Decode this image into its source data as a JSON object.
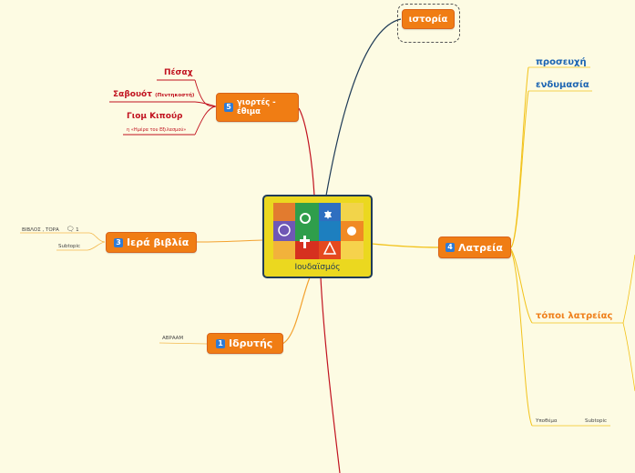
{
  "central": {
    "label": "Ιουδαϊσμός"
  },
  "history": {
    "label": "ιστορία"
  },
  "festivals": {
    "badge": "5",
    "label_line1": "γιορτές -",
    "label_line2": "έθιμα",
    "items": [
      {
        "title": "Πέσαχ",
        "subtitle": ""
      },
      {
        "title": "Σαβουότ",
        "subtitle": "(Πεντηκοστή)"
      },
      {
        "title": "Γιομ Κιπούρ",
        "subtitle": "η «Ημέρα του Εξιλασμού»"
      }
    ]
  },
  "scriptures": {
    "badge": "3",
    "label": "Ιερά βιβλία",
    "items": [
      {
        "text": "ΒΙΒΛΟΣ , ΤΟΡΑ",
        "comment_count": "1"
      },
      {
        "text": "Subtopic"
      }
    ]
  },
  "founder": {
    "badge": "1",
    "label": "Ιδρυτής",
    "items": [
      {
        "text": "ΑΒΡΑΑΜ"
      }
    ]
  },
  "worship": {
    "badge": "4",
    "label": "Λατρεία",
    "items": [
      {
        "text": "προσευχή"
      },
      {
        "text": "ενδυμασία"
      },
      {
        "text": "τόποι λατρείας"
      },
      {
        "text": "Υποθέμα",
        "child": "Subtopic"
      }
    ]
  },
  "colors": {
    "background": "#fdfbe3",
    "topic": "#f07d14",
    "central": "#ebd81f",
    "badge": "#2e7bd6",
    "festival_text": "#c1121f",
    "worship_text": "#1a63b2",
    "places_text": "#ef7f1a"
  },
  "icons": [
    "comment-icon"
  ]
}
